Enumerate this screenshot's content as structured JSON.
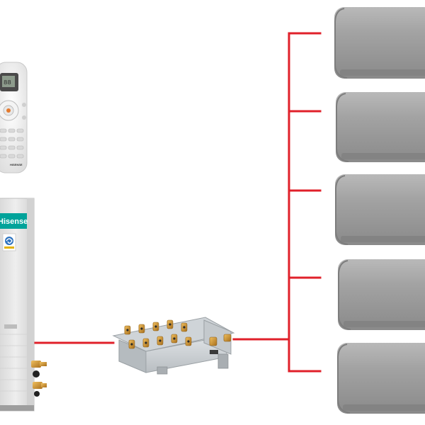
{
  "brand": {
    "outdoor_unit_logo": "Hisense",
    "remote_logo": "HISENSE"
  },
  "colors": {
    "pipe": "#e0202a",
    "indoor_unit": "#9a9a9a",
    "outdoor_unit_panel": "#e8e8e8",
    "brand_green": "#00a39a",
    "fittings": "#c8952e"
  },
  "components": {
    "remote_control": "remote-control",
    "outdoor_unit": "outdoor-unit",
    "branch_box": "branch-distribution-box",
    "indoor_units_count": 5
  },
  "icons": [
    "remote-control-icon",
    "outdoor-unit-icon",
    "branch-box-icon",
    "indoor-unit-icon",
    "inverter-badge-icon"
  ]
}
